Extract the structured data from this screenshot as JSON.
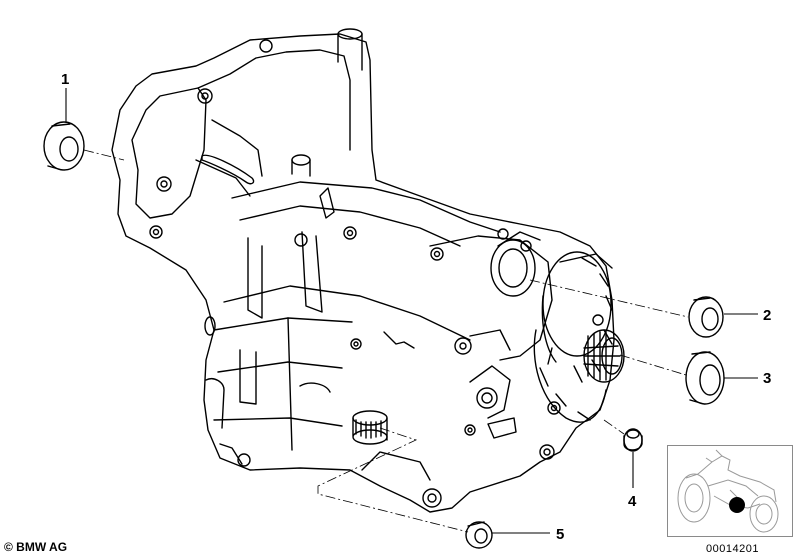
{
  "diagram": {
    "callouts": [
      {
        "id": "1",
        "label": "1"
      },
      {
        "id": "2",
        "label": "2"
      },
      {
        "id": "3",
        "label": "3"
      },
      {
        "id": "4",
        "label": "4"
      },
      {
        "id": "5",
        "label": "5"
      }
    ],
    "copyright": "© BMW AG",
    "reference_number": "00014201",
    "thumbnail": {
      "icon": "motorcycle-locator-icon",
      "marker_color": "#000000"
    }
  },
  "colors": {
    "line": "#000000",
    "background": "#ffffff",
    "thumb_border": "#8a8a8a"
  }
}
